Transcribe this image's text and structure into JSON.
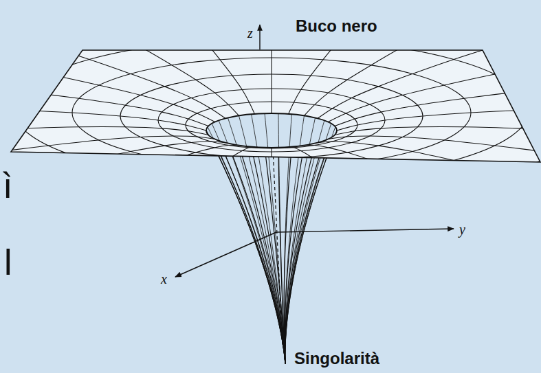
{
  "diagram": {
    "labels": [
      "z",
      "Buco nero",
      "y",
      "x",
      "Singolarità",
      "ì",
      "l"
    ]
  }
}
